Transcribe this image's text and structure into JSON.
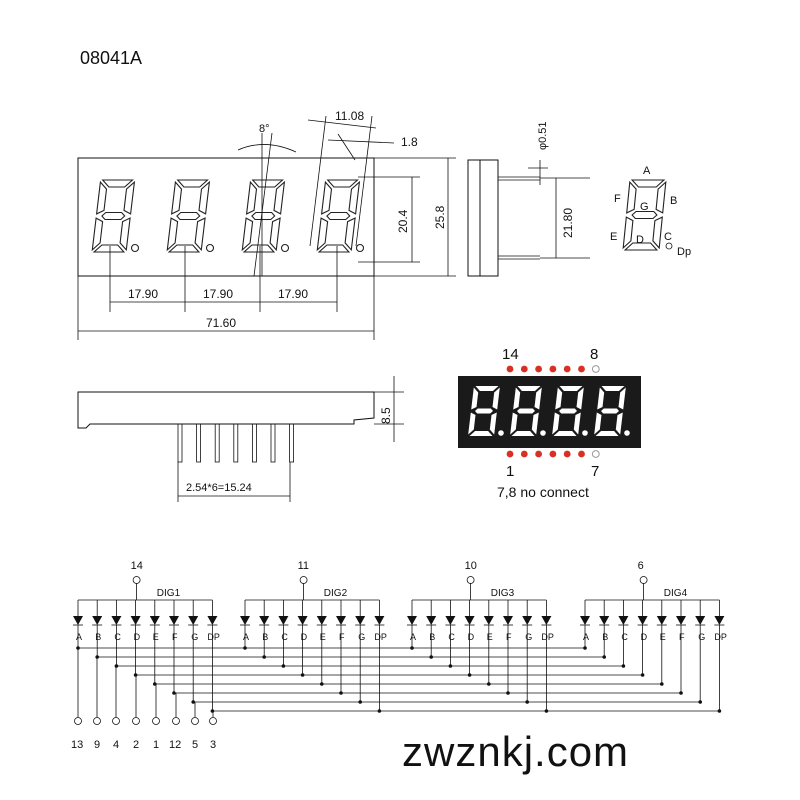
{
  "title": "08041A",
  "front_view": {
    "dims": {
      "char_height": "20.4",
      "total_height": "25.8",
      "pitch1": "17.90",
      "pitch2": "17.90",
      "pitch3": "17.90",
      "total_width": "71.60",
      "digit_width": "11.08",
      "seg_width": "1.8",
      "slant": "8°"
    }
  },
  "side_view": {
    "pin_diameter": "φ0.51",
    "pin_spacing": "21.80"
  },
  "segment_diagram": {
    "labels": [
      "A",
      "B",
      "C",
      "D",
      "E",
      "F",
      "G",
      "Dp"
    ]
  },
  "bottom_view": {
    "height": "8.5",
    "pitch": "2.54*6=15.24"
  },
  "led_photo": {
    "pin_top_left": "14",
    "pin_top_right": "8",
    "pin_bottom_left": "1",
    "pin_bottom_right": "7",
    "caption": "7,8 no connect",
    "colors": {
      "body": "#1a1a1a",
      "segment": "#ffffff",
      "pin_dot": "#d93025"
    }
  },
  "schematic": {
    "digits": [
      {
        "name": "DIG1",
        "pin": "14"
      },
      {
        "name": "DIG2",
        "pin": "11"
      },
      {
        "name": "DIG3",
        "pin": "10"
      },
      {
        "name": "DIG4",
        "pin": "6"
      }
    ],
    "segments": [
      "A",
      "B",
      "C",
      "D",
      "E",
      "F",
      "G",
      "DP"
    ],
    "bottom_pins": [
      "13",
      "9",
      "4",
      "2",
      "1",
      "12",
      "5",
      "3"
    ]
  },
  "watermark": "zwznkj.com"
}
